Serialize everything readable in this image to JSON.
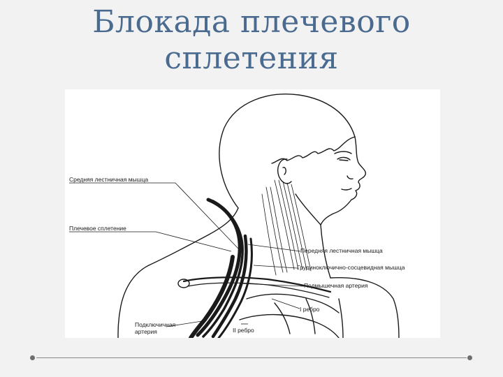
{
  "slide": {
    "title_line1": "Блокада плечевого",
    "title_line2": "сплетения"
  },
  "figure": {
    "labels": {
      "middle_scalene": "Средняя лестничная мышца",
      "brachial_plexus": "Плечевое сплетение",
      "anterior_scalene": "Передняя лестничная мышца",
      "sternocleidomastoid": "Грудиноключично-сосцевидная мышца",
      "axillary_artery": "Подмышечная артерия",
      "rib_1": "I ребро",
      "subclavian_line1": "Подключичная",
      "subclavian_line2": "артерия",
      "rib_2": "II ребро"
    }
  },
  "colors": {
    "title": "#4a6b8f",
    "background": "#f2f2f2",
    "figure_background": "#ffffff"
  }
}
